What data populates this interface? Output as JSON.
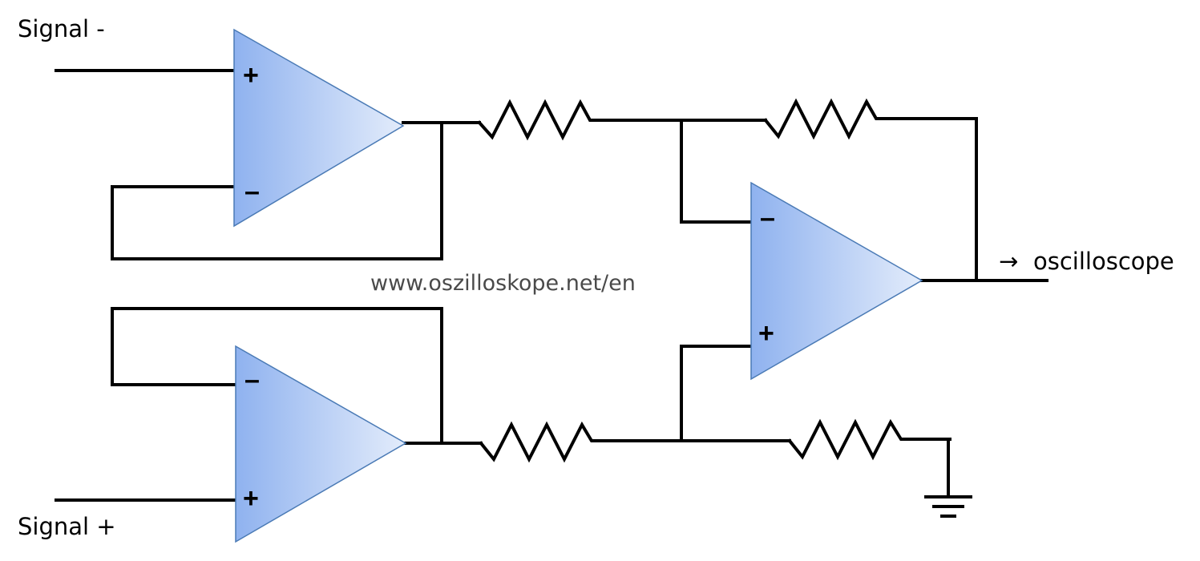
{
  "inputs": {
    "signal_minus": "Signal -",
    "signal_plus": "Signal +"
  },
  "output": {
    "label": "oscilloscope",
    "arrow": "→"
  },
  "watermark": "www.oszilloskope.net/en",
  "opamps": {
    "top_left": {
      "plus": "+",
      "minus": "–"
    },
    "bottom_left": {
      "plus": "+",
      "minus": "–"
    },
    "right": {
      "plus": "+",
      "minus": "–"
    }
  },
  "colors": {
    "wire": "#000000",
    "opamp_fill_start": "#8fb2ef",
    "opamp_fill_end": "#e3ecfb",
    "opamp_stroke": "#4a7ab5",
    "watermark": "#4a4a4a"
  }
}
